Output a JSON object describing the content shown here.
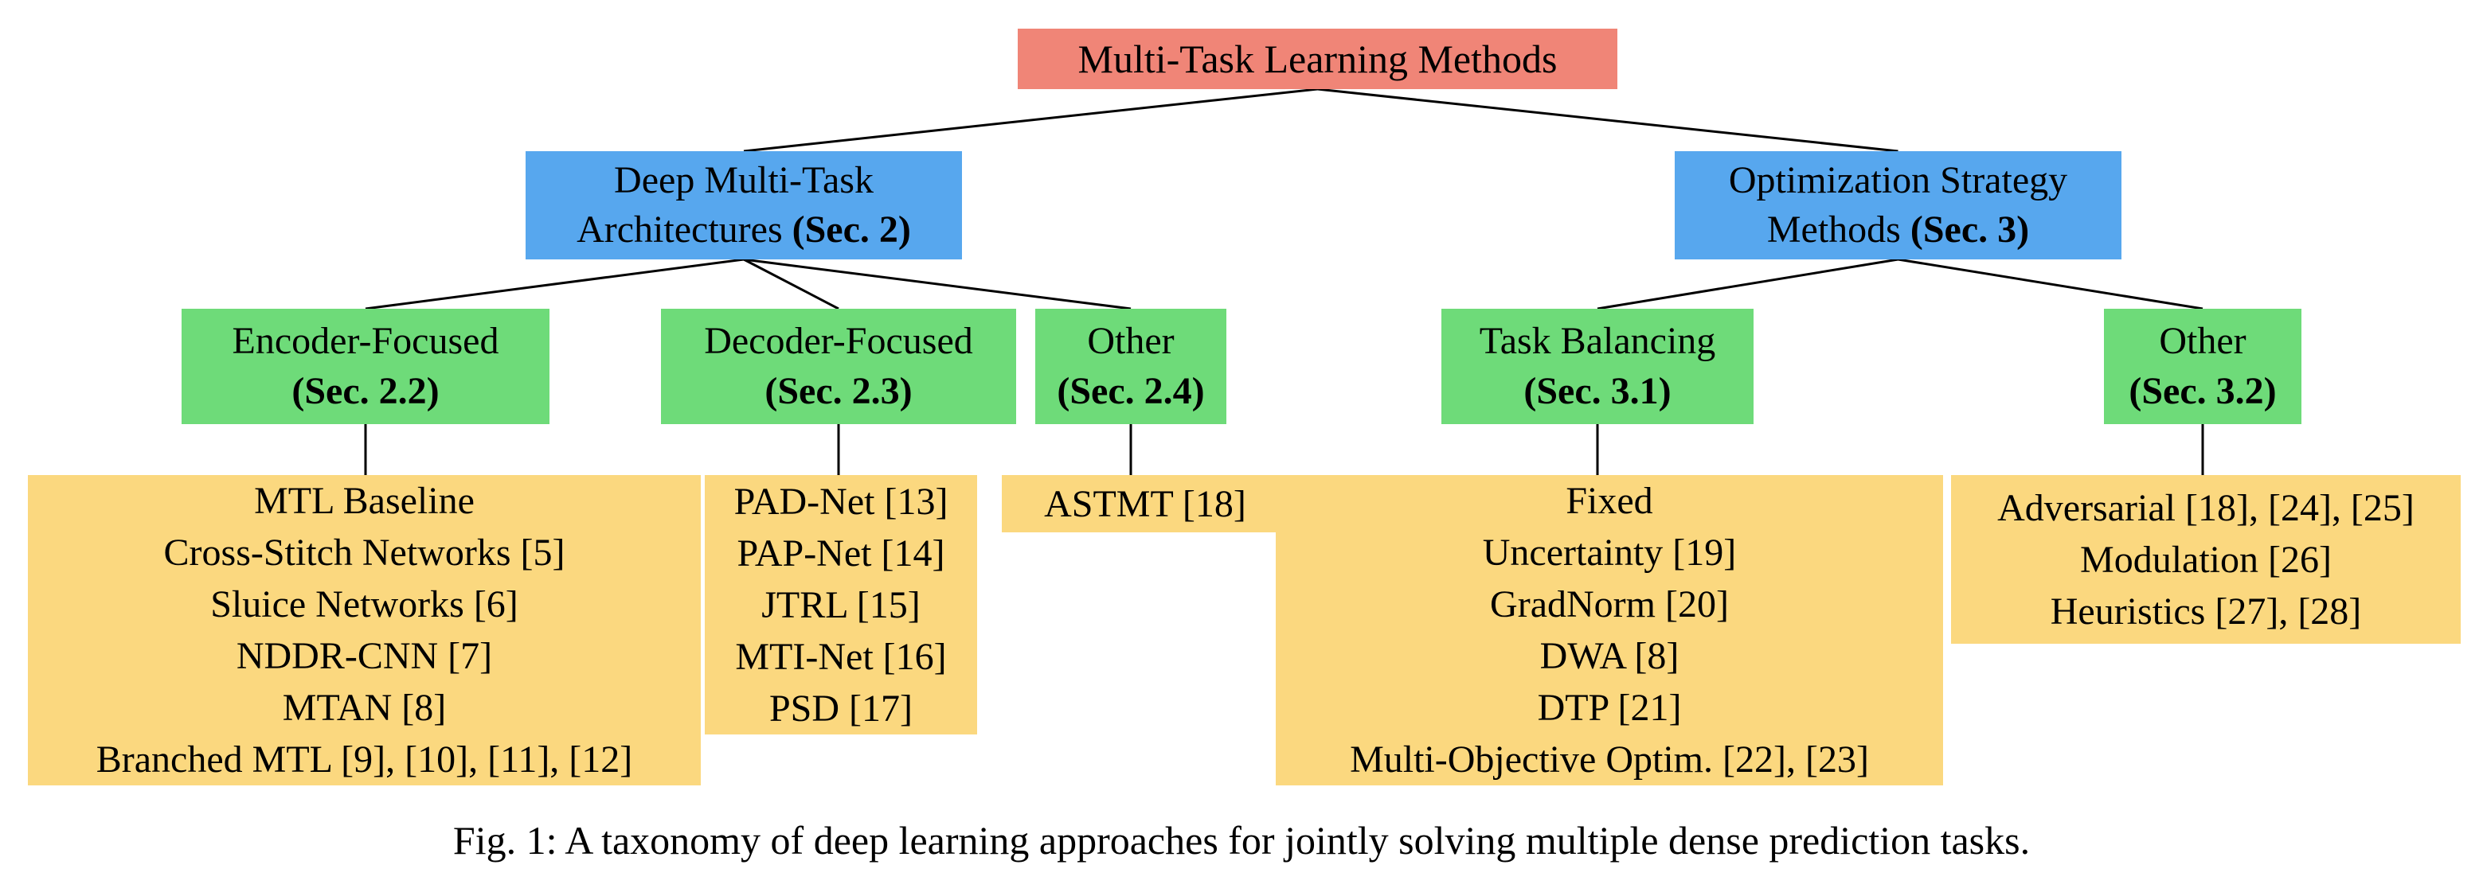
{
  "colors": {
    "root_fill": "#F08577",
    "branch_fill": "#57A7EE",
    "category_fill": "#6EDB79",
    "leaf_fill": "#FBD87F",
    "edge": "#000000",
    "text": "#000000",
    "background": "#FFFFFF"
  },
  "root": {
    "label": "Multi-Task Learning Methods"
  },
  "branches": {
    "architectures": {
      "line1": "Deep Multi-Task",
      "line2": "Architectures",
      "sec": "(Sec. 2)"
    },
    "optimization": {
      "line1": "Optimization Strategy",
      "line2": "Methods",
      "sec": "(Sec. 3)"
    }
  },
  "categories": {
    "encoder": {
      "name": "Encoder-Focused",
      "sec": "(Sec. 2.2)"
    },
    "decoder": {
      "name": "Decoder-Focused",
      "sec": "(Sec. 2.3)"
    },
    "other_arch": {
      "name": "Other",
      "sec": "(Sec. 2.4)"
    },
    "task_balancing": {
      "name": "Task Balancing",
      "sec": "(Sec. 3.1)"
    },
    "other_optim": {
      "name": "Other",
      "sec": "(Sec. 3.2)"
    }
  },
  "leaves": {
    "encoder": [
      "MTL Baseline",
      "Cross-Stitch Networks [5]",
      "Sluice Networks [6]",
      "NDDR-CNN [7]",
      "MTAN [8]",
      "Branched MTL [9], [10], [11], [12]"
    ],
    "decoder": [
      "PAD-Net [13]",
      "PAP-Net [14]",
      "JTRL [15]",
      "MTI-Net [16]",
      "PSD [17]"
    ],
    "other_arch": [
      "ASTMT [18]"
    ],
    "task_balancing": [
      "Fixed",
      "Uncertainty [19]",
      "GradNorm [20]",
      "DWA [8]",
      "DTP [21]",
      "Multi-Objective Optim. [22], [23]"
    ],
    "other_optim": [
      "Adversarial [18], [24], [25]",
      "Modulation [26]",
      "Heuristics [27], [28]"
    ]
  },
  "edges": [
    {
      "from": "root",
      "to": "branch-architectures"
    },
    {
      "from": "root",
      "to": "branch-optimization"
    },
    {
      "from": "branch-architectures",
      "to": "cat-encoder"
    },
    {
      "from": "branch-architectures",
      "to": "cat-decoder"
    },
    {
      "from": "branch-architectures",
      "to": "cat-other-arch"
    },
    {
      "from": "branch-optimization",
      "to": "cat-task-balancing"
    },
    {
      "from": "branch-optimization",
      "to": "cat-other-optim"
    },
    {
      "from": "cat-encoder",
      "to": "leaf-encoder",
      "vertical": true
    },
    {
      "from": "cat-decoder",
      "to": "leaf-decoder",
      "vertical": true
    },
    {
      "from": "cat-other-arch",
      "to": "leaf-other-arch",
      "vertical": true
    },
    {
      "from": "cat-task-balancing",
      "to": "leaf-task-balancing",
      "vertical": true
    },
    {
      "from": "cat-other-optim",
      "to": "leaf-other-optim",
      "vertical": true
    }
  ],
  "caption": "Fig. 1: A taxonomy of deep learning approaches for jointly solving multiple dense prediction tasks."
}
